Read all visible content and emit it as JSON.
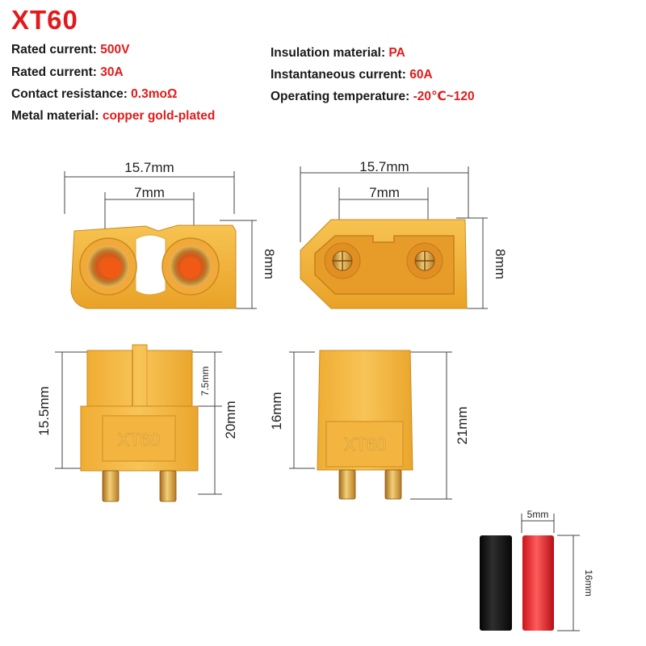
{
  "title": "XT60",
  "specs_left": [
    {
      "label": "Rated current: ",
      "value": "500V"
    },
    {
      "label": "Rated current: ",
      "value": "30A"
    },
    {
      "label": "Contact resistance: ",
      "value": "0.3moΩ"
    },
    {
      "label": "Metal material: ",
      "value": "copper gold-plated"
    }
  ],
  "specs_right": [
    {
      "label": "Insulation material: ",
      "value": "PA"
    },
    {
      "label": "Instantaneous current: ",
      "value": "60A"
    },
    {
      "label": "Operating temperature: ",
      "value": "-20℃~120"
    }
  ],
  "dimensions": {
    "female_front_width": "15.7mm",
    "female_front_pitch": "7mm",
    "female_front_height": "8mm",
    "male_front_width": "15.7mm",
    "male_front_pitch": "7mm",
    "male_front_height": "8mm",
    "female_side_body": "15.5mm",
    "female_side_tab": "7.5mm",
    "female_side_total": "20mm",
    "male_side_body": "16mm",
    "male_side_total": "21mm",
    "wire_width": "5mm",
    "wire_length": "16mm"
  },
  "connector_mark": "XT60",
  "colors": {
    "accent_red": "#e11b1b",
    "housing_yellow": "#f2b233",
    "gold_pin": "#d89a2c"
  }
}
